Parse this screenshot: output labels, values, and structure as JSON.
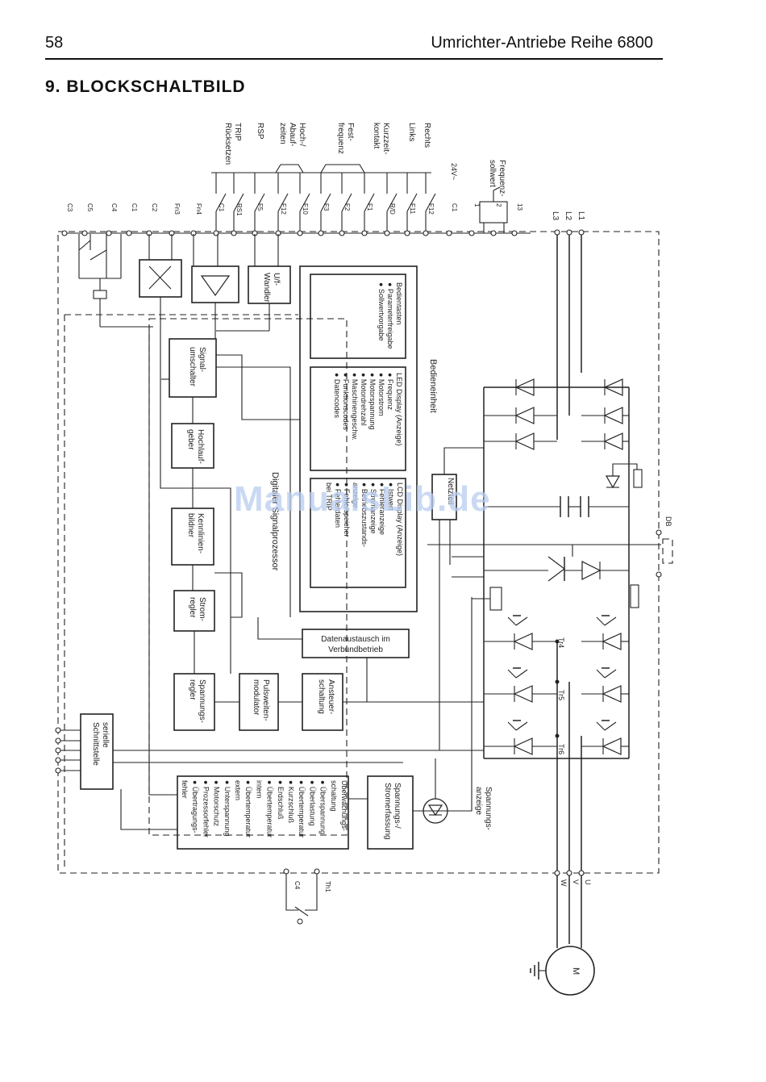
{
  "header": {
    "page_number": "58",
    "doc_title": "Umrichter-Antriebe Reihe 6800"
  },
  "section_title": "9. BLOCKSCHALTBILD",
  "watermark": "ManualsLib.de",
  "top_labels": {
    "rechts": "Rechts",
    "links": "Links",
    "kurzzeit": [
      "Kurzzeit-",
      "kontakt"
    ],
    "festfrequenz": [
      "Fest-",
      "frequenz"
    ],
    "hochab": [
      "Hoch-/",
      "Abauf-",
      "zeiten"
    ],
    "rsp": "RSP",
    "trip": [
      "TRIP",
      "Rücksetzen"
    ],
    "frequenzsollwert": [
      "Frequenz-",
      "sollwert"
    ],
    "pwr": "24V~"
  },
  "terminals": [
    "C3",
    "C5",
    "C4",
    "C1",
    "C2",
    "Fn3",
    "Fn4",
    "C1",
    "RS1",
    "F5",
    "F12",
    "F10",
    "F3",
    "F2",
    "F1",
    "R/D",
    "F11",
    "F12",
    "C1",
    "1",
    "2",
    "13"
  ],
  "mains": [
    "L3",
    "L2",
    "L1"
  ],
  "blocks": {
    "uf": [
      "U/f-",
      "Wandler"
    ],
    "signal": [
      "Signal-",
      "umschalter"
    ],
    "hochlauf": [
      "Hochlauf-",
      "geber"
    ],
    "kennlinien": [
      "Kennlinien-",
      "bildner"
    ],
    "strom": [
      "Strom-",
      "regler"
    ],
    "spannung": [
      "Spannungs-",
      "regler"
    ],
    "puls": [
      "Pulsweiten-",
      "modulator"
    ],
    "ansteuer": [
      "Ansteuer-",
      "schaltung"
    ],
    "datenaustausch": [
      "Datenaustausch im",
      "Verbundbetrieb"
    ],
    "seriell": [
      "serielle",
      "Schnittstelle"
    ],
    "ueberwachung": [
      "Überwachungs-",
      "schaltung",
      "● Überspannung",
      "● Überlastung",
      "● Übertemperatur",
      "● Kurzschluß",
      "● Erdschluß",
      "● Übertemperatur",
      "intern",
      "● Übertemperatur",
      "extern",
      "● Unterspannung",
      "● Motorschutz",
      "● Prozessorfehler",
      "● Übertragungs-",
      "fehler"
    ],
    "erfassung": [
      "Spannungs-/",
      "Stromerfassung"
    ],
    "spannungsanzeige": [
      "Spannungs-",
      "anzeige"
    ],
    "netzteil": "Netzteil",
    "dsp": "Digitaler Signalprozessor",
    "bedien": "Bedieneinheit"
  },
  "bedien_panels": {
    "p1": [
      "Bedientasten",
      "● Parameterfreigabe",
      "● Sollwertvorgabe"
    ],
    "p2": [
      "LED Display (Anzeige)",
      "● Frequenz",
      "● Motorstrom",
      "● Motorspannung",
      "● Motordrehzahl",
      "● Maschinengeschw.",
      "● Funktionscodes",
      "● Datencodes"
    ],
    "p3": [
      "LCD Display (Anzeige)",
      "● Istwert",
      "● Fehleranzeige",
      "● Stromanzeige",
      "● Betriebszustands-",
      "anzeige",
      "● Fehlerspeicher",
      "● Fehlerdaten",
      "bei TRIP"
    ]
  },
  "power_labels": {
    "tr": [
      "Tr4",
      "Tr5",
      "Tr6"
    ],
    "db": "DB",
    "outputs": [
      "W",
      "V",
      "U"
    ],
    "motor": "M",
    "bottom_terms": [
      "C4",
      "Th1"
    ]
  }
}
